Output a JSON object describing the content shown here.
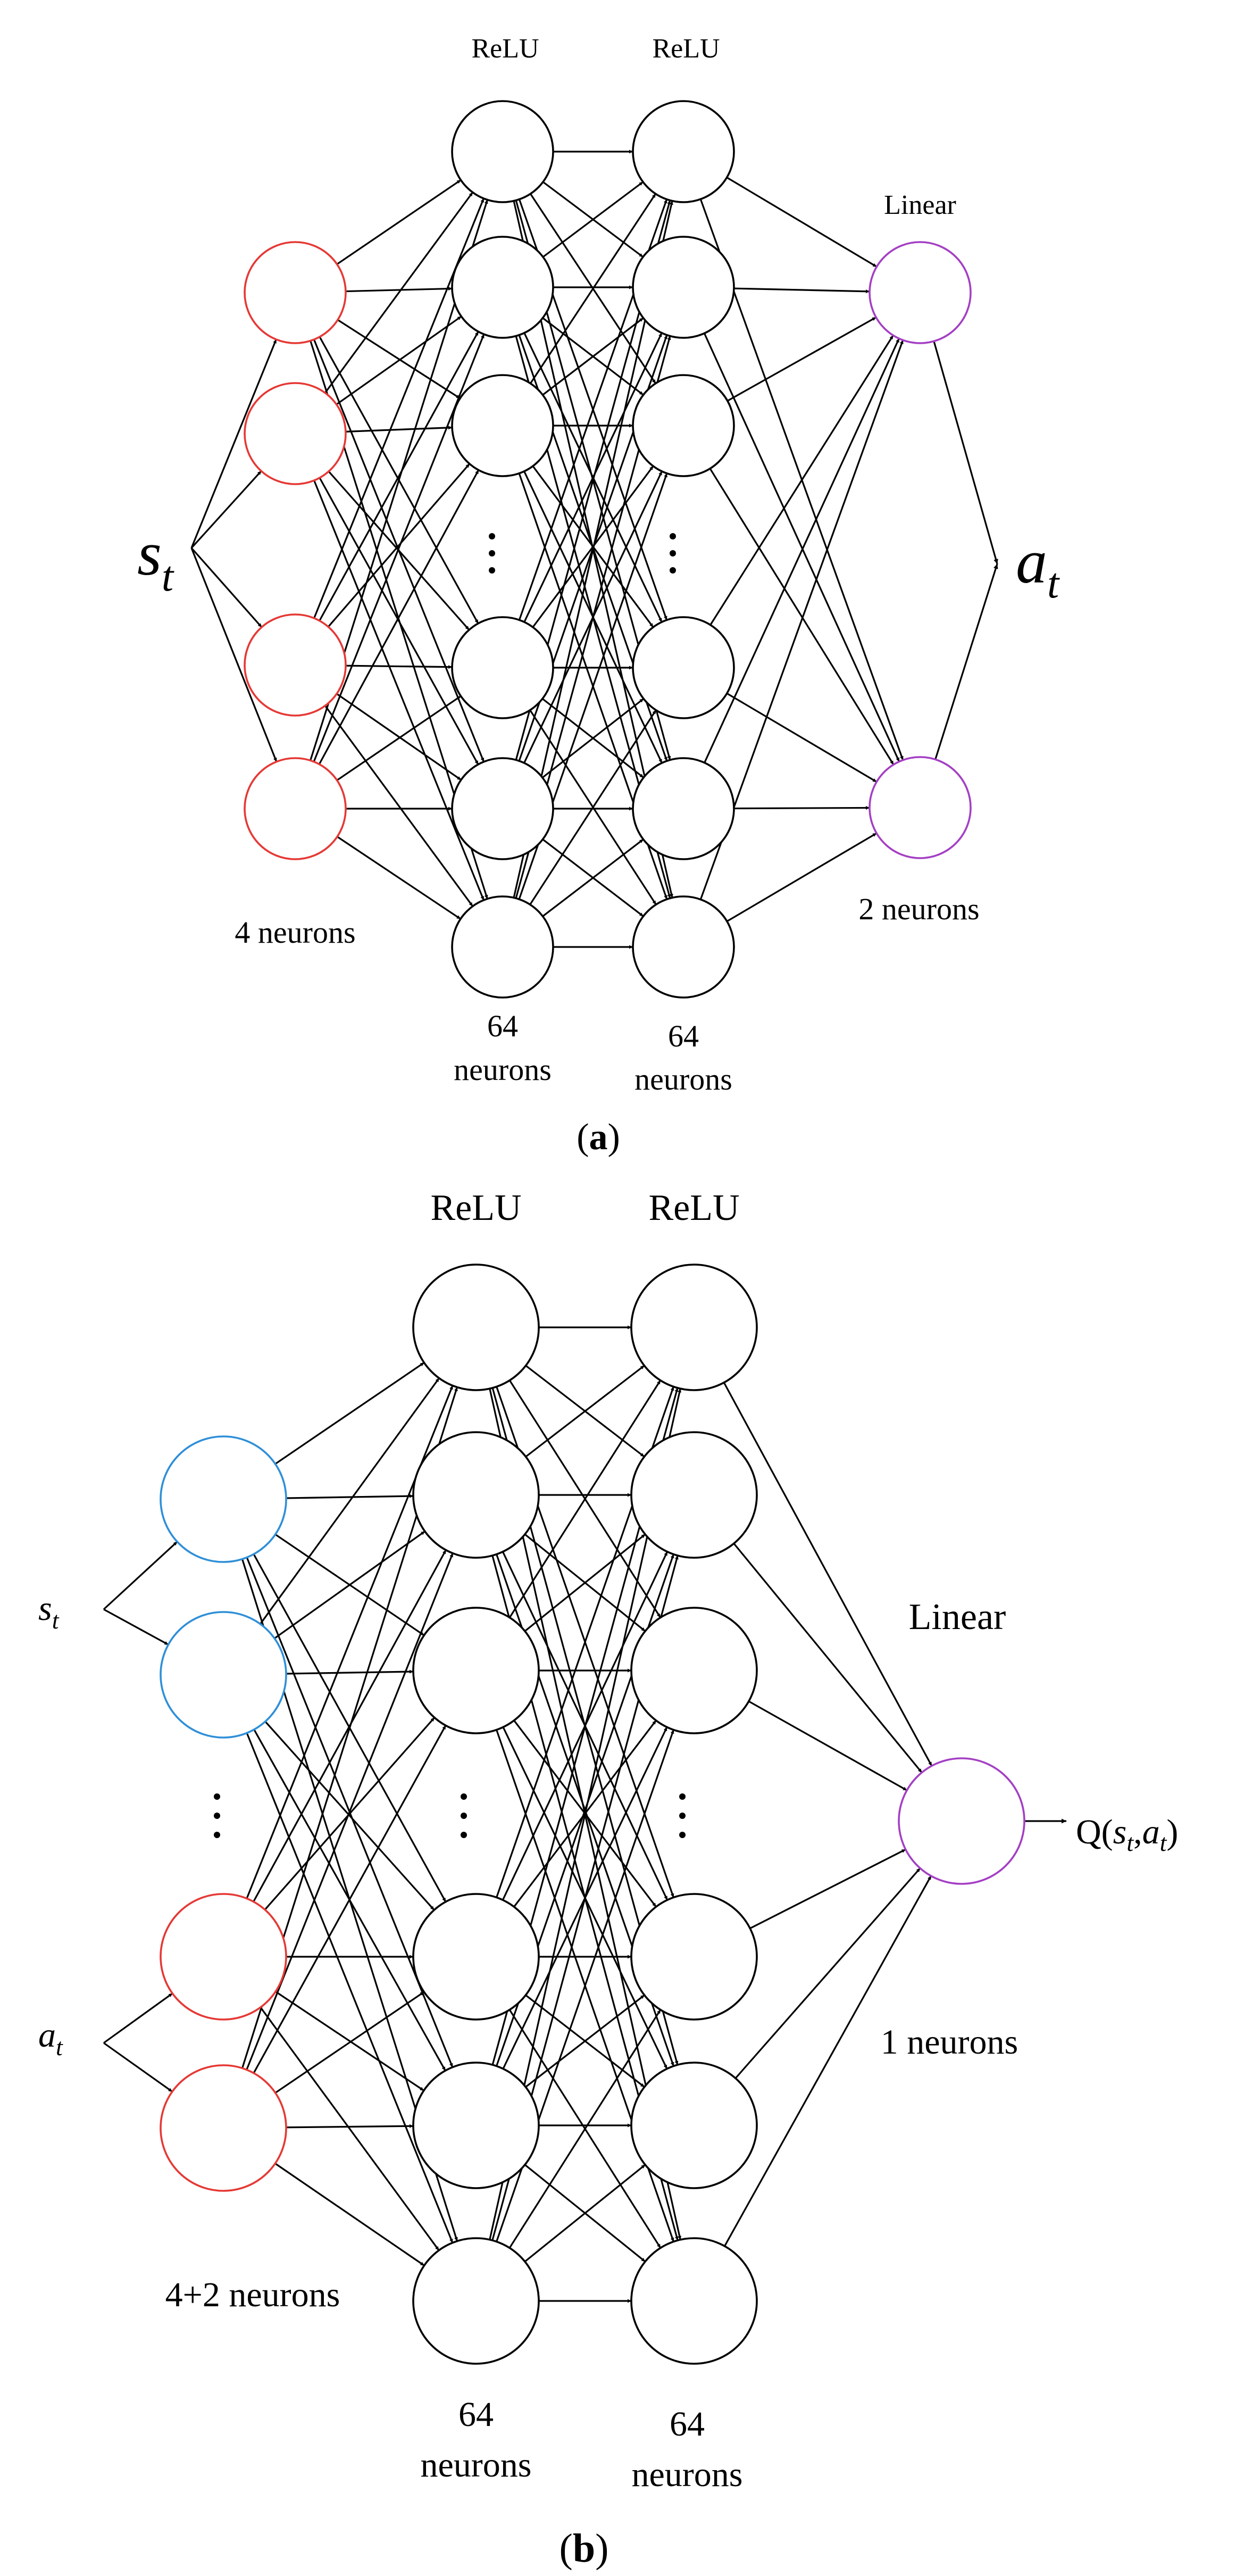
{
  "colors": {
    "state_input": "#e53935",
    "state_input_b": "#2f8fd8",
    "action_input": "#e53935",
    "hidden": "#000000",
    "output": "#a43fc4"
  },
  "panels": [
    {
      "id": "a",
      "caption_open": "(",
      "caption_letter": "a",
      "caption_close": ")",
      "input_label": {
        "main": "s",
        "sub": "t"
      },
      "output_label": {
        "main": "a",
        "sub": "t"
      },
      "layers": [
        {
          "role": "input",
          "activation": "",
          "count_label": [
            "4 neurons"
          ],
          "neurons": 4,
          "color": "state_input"
        },
        {
          "role": "hidden",
          "activation": "ReLU",
          "count_label": [
            "64",
            "neurons"
          ],
          "neurons": 6,
          "has_ellipsis": true,
          "color": "hidden"
        },
        {
          "role": "hidden",
          "activation": "ReLU",
          "count_label": [
            "64",
            "neurons"
          ],
          "neurons": 6,
          "has_ellipsis": true,
          "color": "hidden"
        },
        {
          "role": "output",
          "activation": "Linear",
          "count_label": [
            "2 neurons"
          ],
          "neurons": 2,
          "color": "output"
        }
      ]
    },
    {
      "id": "b",
      "caption_open": "(",
      "caption_letter": "b",
      "caption_close": ")",
      "input_labels": [
        {
          "main": "s",
          "sub": "t"
        },
        {
          "main": "a",
          "sub": "t"
        }
      ],
      "output_label": {
        "prefix": "Q(",
        "s": "s",
        "s_sub": "t",
        "comma": ",",
        "a": "a",
        "a_sub": "t",
        "suffix": ")"
      },
      "layers": [
        {
          "role": "input",
          "activation": "",
          "count_label": [
            "4+2 neurons"
          ],
          "neurons": 4,
          "has_ellipsis": true,
          "colors": [
            "state_input_b",
            "state_input_b",
            "action_input",
            "action_input"
          ]
        },
        {
          "role": "hidden",
          "activation": "ReLU",
          "count_label": [
            "64",
            "neurons"
          ],
          "neurons": 6,
          "has_ellipsis": true,
          "color": "hidden"
        },
        {
          "role": "hidden",
          "activation": "ReLU",
          "count_label": [
            "64",
            "neurons"
          ],
          "neurons": 6,
          "has_ellipsis": true,
          "color": "hidden"
        },
        {
          "role": "output",
          "activation": "Linear",
          "count_label": [
            "1 neurons"
          ],
          "neurons": 1,
          "color": "output"
        }
      ]
    }
  ]
}
